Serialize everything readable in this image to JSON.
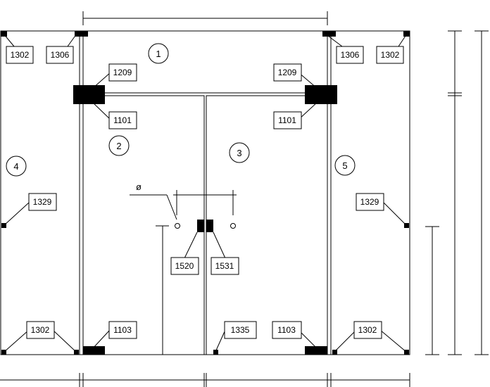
{
  "labels": {
    "part_1302": "1302",
    "part_1306": "1306",
    "part_1209": "1209",
    "part_1101": "1101",
    "part_1329": "1329",
    "part_1520": "1520",
    "part_1531": "1531",
    "part_1103": "1103",
    "part_1335": "1335"
  },
  "panels": {
    "p1": "1",
    "p2": "2",
    "p3": "3",
    "p4": "4",
    "p5": "5"
  },
  "symbols": {
    "diameter": "ø"
  }
}
